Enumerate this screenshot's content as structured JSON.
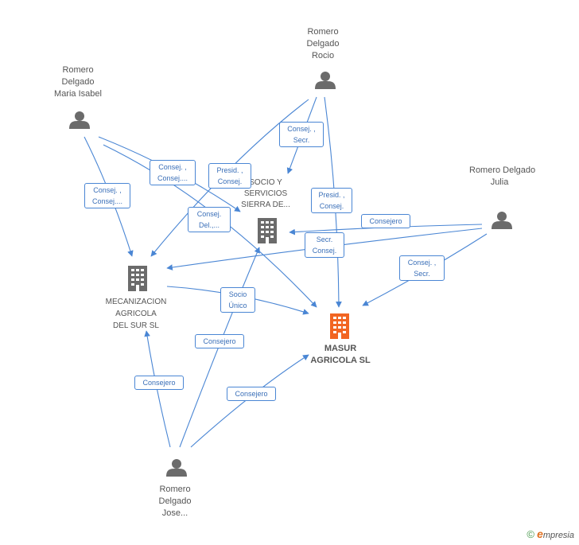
{
  "nodes": {
    "rocio": {
      "lines": [
        "Romero",
        "Delgado",
        "Rocio"
      ]
    },
    "maria": {
      "lines": [
        "Romero",
        "Delgado",
        "Maria Isabel"
      ]
    },
    "julia": {
      "lines": [
        "Romero Delgado",
        "Julia"
      ]
    },
    "jose": {
      "lines": [
        "Romero",
        "Delgado",
        "Jose..."
      ]
    },
    "socio": {
      "lines": [
        "SOCIO Y",
        "SERVICIOS",
        "SIERRA DE..."
      ]
    },
    "mecanizacion": {
      "lines": [
        "MECANIZACION",
        "AGRICOLA",
        "DEL SUR SL"
      ]
    },
    "masur": {
      "lines": [
        "MASUR",
        "AGRICOLA SL"
      ]
    }
  },
  "edge_labels": [
    {
      "id": "l1",
      "lines": [
        "Consej. ,",
        "Secr."
      ]
    },
    {
      "id": "l2",
      "lines": [
        "Consej. ,",
        "Consej...."
      ]
    },
    {
      "id": "l3",
      "lines": [
        "Presid. ,",
        "Consej."
      ]
    },
    {
      "id": "l4",
      "lines": [
        "Consej. ,",
        "Consej...."
      ]
    },
    {
      "id": "l5",
      "lines": [
        "Consej.",
        "Del.,..."
      ]
    },
    {
      "id": "l6",
      "lines": [
        "Presid. ,",
        "Consej."
      ]
    },
    {
      "id": "l7",
      "lines": [
        "Consejero"
      ]
    },
    {
      "id": "l8",
      "lines": [
        "Secr.",
        "Consej."
      ]
    },
    {
      "id": "l9",
      "lines": [
        "Consej. ,",
        "Secr."
      ]
    },
    {
      "id": "l10",
      "lines": [
        "Socio",
        "Único"
      ]
    },
    {
      "id": "l11",
      "lines": [
        "Consejero"
      ]
    },
    {
      "id": "l12",
      "lines": [
        "Consejero"
      ]
    },
    {
      "id": "l13",
      "lines": [
        "Consejero"
      ]
    }
  ],
  "colors": {
    "edge": "#4a86d4",
    "company": "#6b6b6b",
    "company_main": "#f26522",
    "person": "#6b6b6b"
  },
  "footer": {
    "copyright": "©",
    "brand_e": "e",
    "brand_rest": "mpresia"
  }
}
